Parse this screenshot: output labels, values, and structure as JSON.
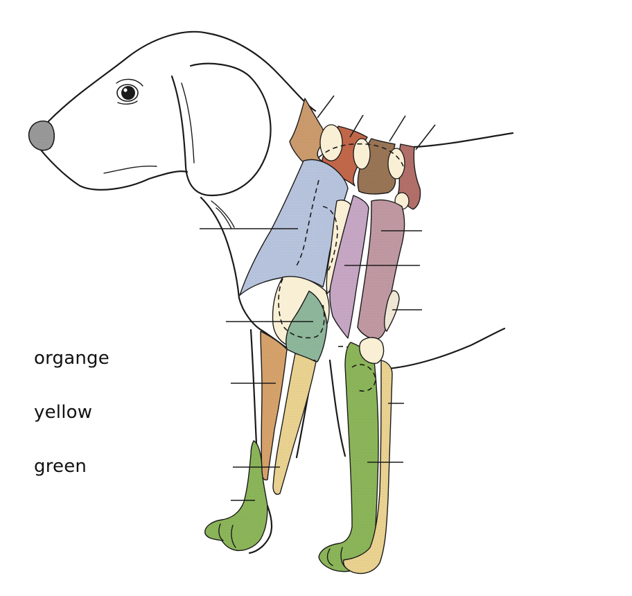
{
  "legend": [
    "organge",
    "yellow",
    "green"
  ],
  "colors": {
    "neck_tan": "#cd9c6e",
    "neck_red": "#c4684a",
    "neck_brown": "#9a7656",
    "neck_maroon": "#b4706a",
    "scapula_blue": "#b9c6df",
    "shoulder_cream": "#f9efd5",
    "upper_arm_purple": "#c8a8c6",
    "rib_mauve": "#c29aa4",
    "joint_teal": "#8fb89c",
    "radius_orange": "#d8a36c",
    "ulna_yellow": "#ecd492",
    "limb_green": "#8db75a",
    "nose_gray": "#9a9a9a"
  }
}
